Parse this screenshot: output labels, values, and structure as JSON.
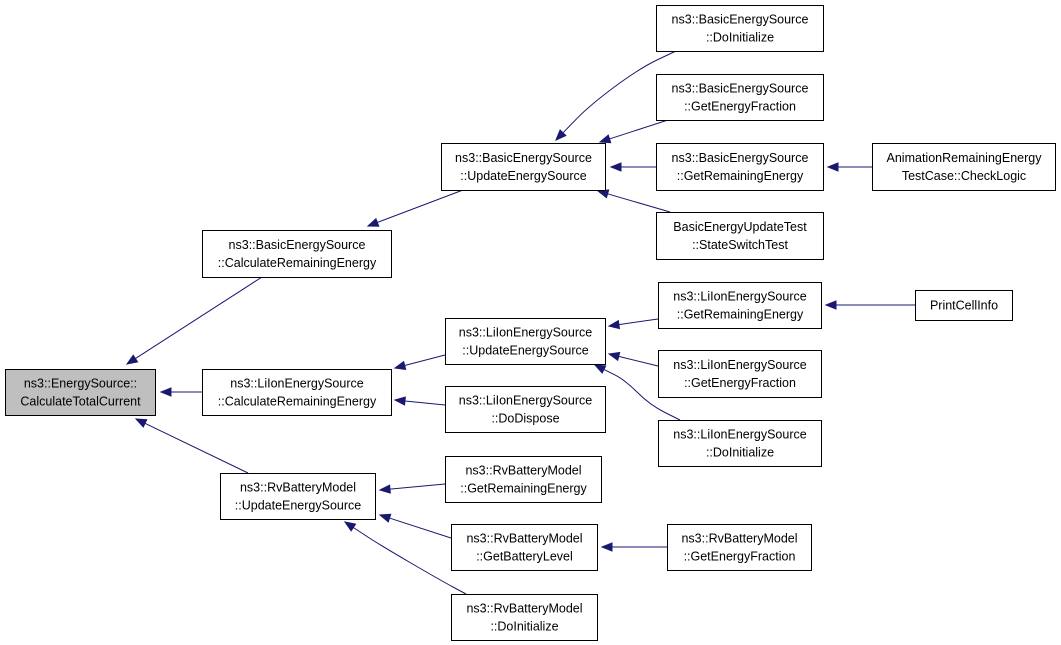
{
  "colors": {
    "edge": "#191970",
    "node_fill": "#ffffff",
    "root_fill": "#bfbfbf",
    "node_stroke": "#000000"
  },
  "nodes": [
    {
      "id": "root",
      "lines": [
        "ns3::EnergySource::",
        "CalculateTotalCurrent"
      ],
      "highlight": true
    },
    {
      "id": "basic-calc",
      "lines": [
        "ns3::BasicEnergySource",
        "::CalculateRemainingEnergy"
      ]
    },
    {
      "id": "liion-calc",
      "lines": [
        "ns3::LiIonEnergySource",
        "::CalculateRemainingEnergy"
      ]
    },
    {
      "id": "rv-update",
      "lines": [
        "ns3::RvBatteryModel",
        "::UpdateEnergySource"
      ]
    },
    {
      "id": "basic-update",
      "lines": [
        "ns3::BasicEnergySource",
        "::UpdateEnergySource"
      ]
    },
    {
      "id": "liion-update",
      "lines": [
        "ns3::LiIonEnergySource",
        "::UpdateEnergySource"
      ]
    },
    {
      "id": "liion-dispose",
      "lines": [
        "ns3::LiIonEnergySource",
        "::DoDispose"
      ]
    },
    {
      "id": "rv-getremaining",
      "lines": [
        "ns3::RvBatteryModel",
        "::GetRemainingEnergy"
      ]
    },
    {
      "id": "rv-getbattery",
      "lines": [
        "ns3::RvBatteryModel",
        "::GetBatteryLevel"
      ]
    },
    {
      "id": "rv-doinit",
      "lines": [
        "ns3::RvBatteryModel",
        "::DoInitialize"
      ]
    },
    {
      "id": "basic-doinit",
      "lines": [
        "ns3::BasicEnergySource",
        "::DoInitialize"
      ]
    },
    {
      "id": "basic-getfraction",
      "lines": [
        "ns3::BasicEnergySource",
        "::GetEnergyFraction"
      ]
    },
    {
      "id": "basic-getremaining",
      "lines": [
        "ns3::BasicEnergySource",
        "::GetRemainingEnergy"
      ]
    },
    {
      "id": "basic-statetest",
      "lines": [
        "BasicEnergyUpdateTest",
        "::StateSwitchTest"
      ]
    },
    {
      "id": "liion-getremaining",
      "lines": [
        "ns3::LiIonEnergySource",
        "::GetRemainingEnergy"
      ]
    },
    {
      "id": "liion-getfraction",
      "lines": [
        "ns3::LiIonEnergySource",
        "::GetEnergyFraction"
      ]
    },
    {
      "id": "liion-doinit",
      "lines": [
        "ns3::LiIonEnergySource",
        "::DoInitialize"
      ]
    },
    {
      "id": "rv-getfraction",
      "lines": [
        "ns3::RvBatteryModel",
        "::GetEnergyFraction"
      ]
    },
    {
      "id": "anim-check",
      "lines": [
        "AnimationRemainingEnergy",
        "TestCase::CheckLogic"
      ]
    },
    {
      "id": "print-cell",
      "lines": [
        "PrintCellInfo"
      ]
    }
  ],
  "edges": [
    {
      "from": "basic-calc",
      "to": "root"
    },
    {
      "from": "liion-calc",
      "to": "root"
    },
    {
      "from": "rv-update",
      "to": "root"
    },
    {
      "from": "basic-update",
      "to": "basic-calc"
    },
    {
      "from": "liion-update",
      "to": "liion-calc"
    },
    {
      "from": "liion-dispose",
      "to": "liion-calc"
    },
    {
      "from": "rv-getremaining",
      "to": "rv-update"
    },
    {
      "from": "rv-getbattery",
      "to": "rv-update"
    },
    {
      "from": "rv-doinit",
      "to": "rv-update"
    },
    {
      "from": "basic-doinit",
      "to": "basic-update"
    },
    {
      "from": "basic-getfraction",
      "to": "basic-update"
    },
    {
      "from": "basic-getremaining",
      "to": "basic-update"
    },
    {
      "from": "basic-statetest",
      "to": "basic-update"
    },
    {
      "from": "liion-getremaining",
      "to": "liion-update"
    },
    {
      "from": "liion-getfraction",
      "to": "liion-update"
    },
    {
      "from": "liion-doinit",
      "to": "liion-update"
    },
    {
      "from": "rv-getfraction",
      "to": "rv-getbattery"
    },
    {
      "from": "anim-check",
      "to": "basic-getremaining"
    },
    {
      "from": "print-cell",
      "to": "liion-getremaining"
    }
  ]
}
